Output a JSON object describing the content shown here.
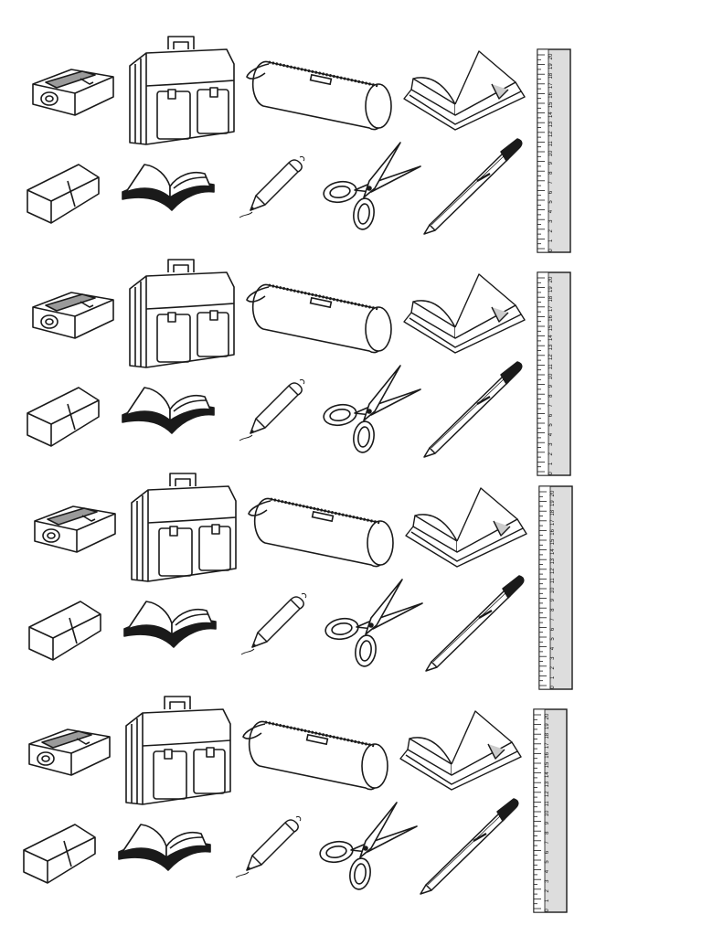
{
  "worksheet": {
    "sets": [
      {
        "id": 1
      },
      {
        "id": 2
      },
      {
        "id": 3
      },
      {
        "id": 4
      }
    ],
    "items": [
      {
        "name": "sharpener",
        "icon": "sharpener-icon"
      },
      {
        "name": "schoolbag",
        "icon": "schoolbag-icon"
      },
      {
        "name": "pencil-case",
        "icon": "pencil-case-icon"
      },
      {
        "name": "notebook",
        "icon": "notebook-icon"
      },
      {
        "name": "ruler",
        "icon": "ruler-icon"
      },
      {
        "name": "eraser",
        "icon": "eraser-icon"
      },
      {
        "name": "book",
        "icon": "book-icon"
      },
      {
        "name": "pencil",
        "icon": "pencil-icon"
      },
      {
        "name": "scissors",
        "icon": "scissors-icon"
      },
      {
        "name": "pen",
        "icon": "pen-icon"
      }
    ],
    "ruler_numbers": [
      "0",
      "1",
      "2",
      "3",
      "4",
      "5",
      "6",
      "7",
      "8",
      "9",
      "10",
      "11",
      "12",
      "13",
      "14",
      "15",
      "16",
      "17",
      "18",
      "19",
      "20"
    ],
    "colors": {
      "line": "#1a1a1a",
      "ruler_fill": "#dddddd",
      "shade": "#9a9a9a"
    }
  }
}
